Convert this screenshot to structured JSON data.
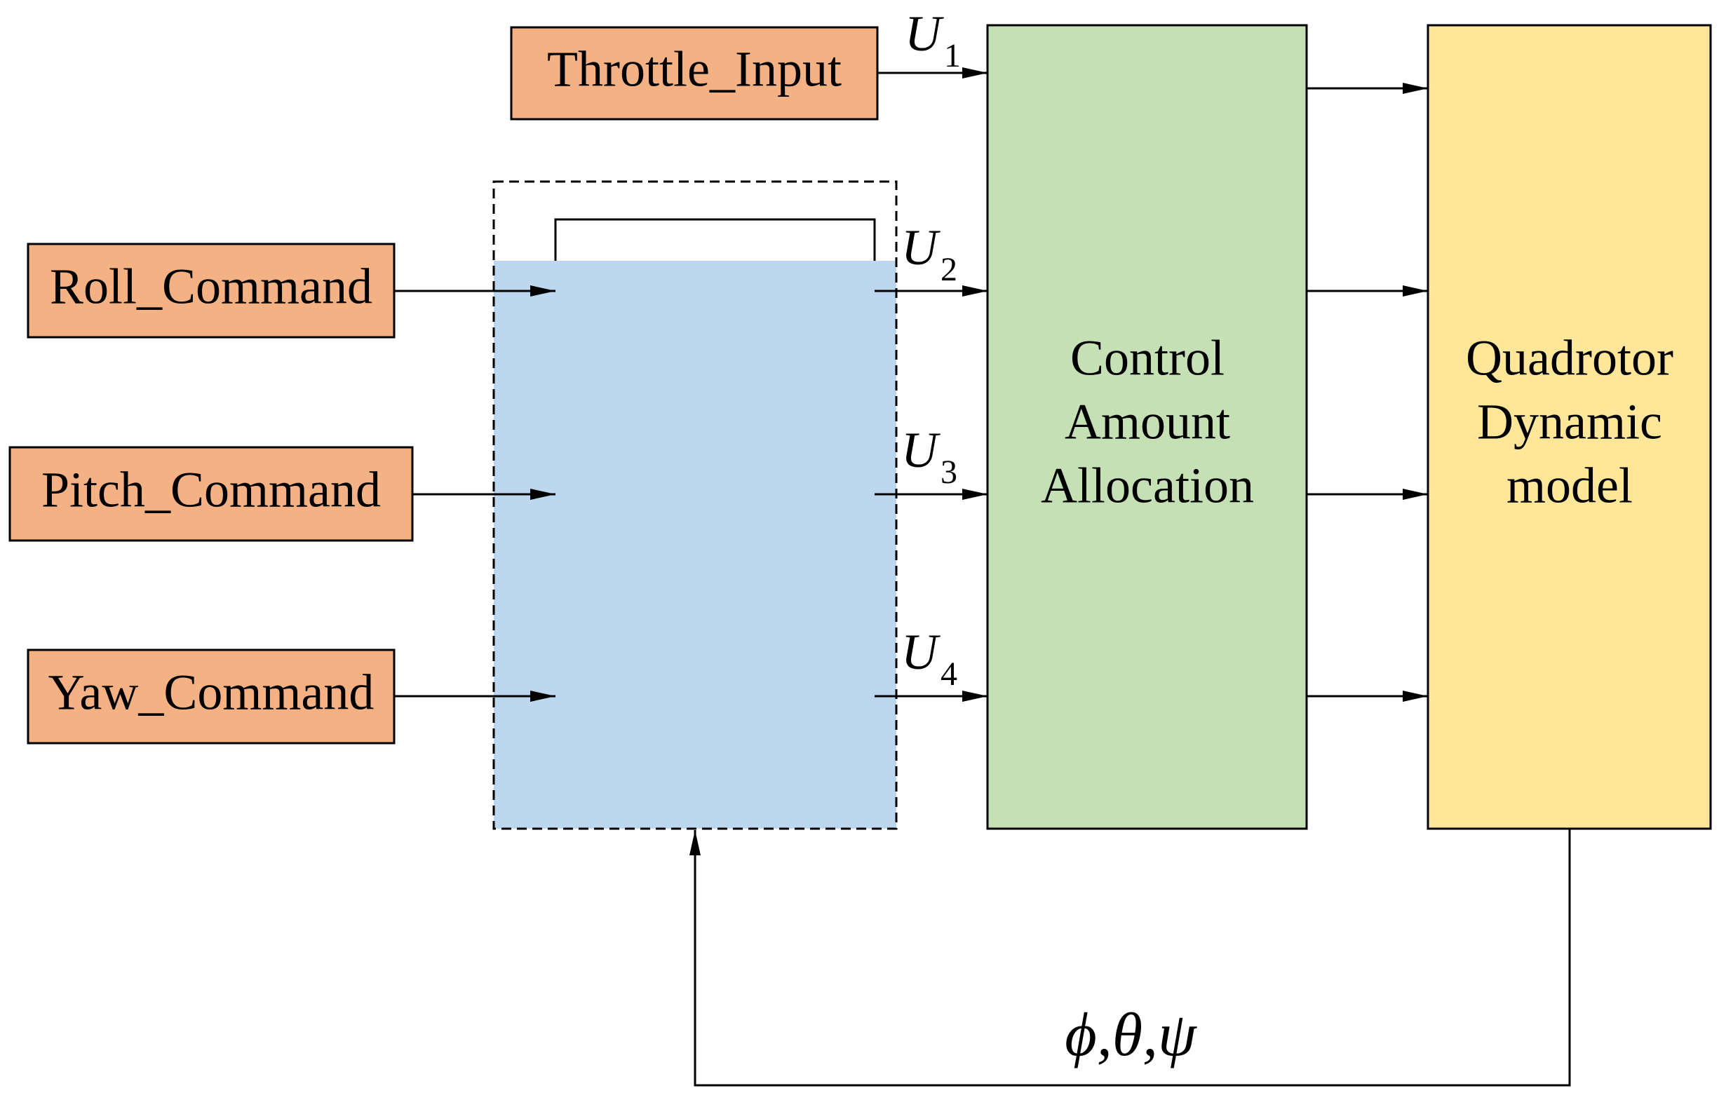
{
  "inputs": {
    "throttle": "Throttle_Input",
    "roll": "Roll_Command",
    "pitch": "Pitch_Command",
    "yaw": "Yaw_Command"
  },
  "signals": {
    "u1": {
      "base": "U",
      "sub": "1"
    },
    "u2": {
      "base": "U",
      "sub": "2"
    },
    "u3": {
      "base": "U",
      "sub": "3"
    },
    "u4": {
      "base": "U",
      "sub": "4"
    }
  },
  "allocation_block": {
    "line1": "Control",
    "line2": "Amount",
    "line3": "Allocation"
  },
  "dynamics_block": {
    "line1": "Quadrotor",
    "line2": "Dynamic",
    "line3": "model"
  },
  "feedback_label": "ϕ,θ,ψ",
  "colors": {
    "input_fill": "#f4b183",
    "controller_fill": "#bdd7ee",
    "allocation_fill": "#c5e0b4",
    "dynamics_fill": "#ffe699",
    "stroke": "#000000"
  }
}
